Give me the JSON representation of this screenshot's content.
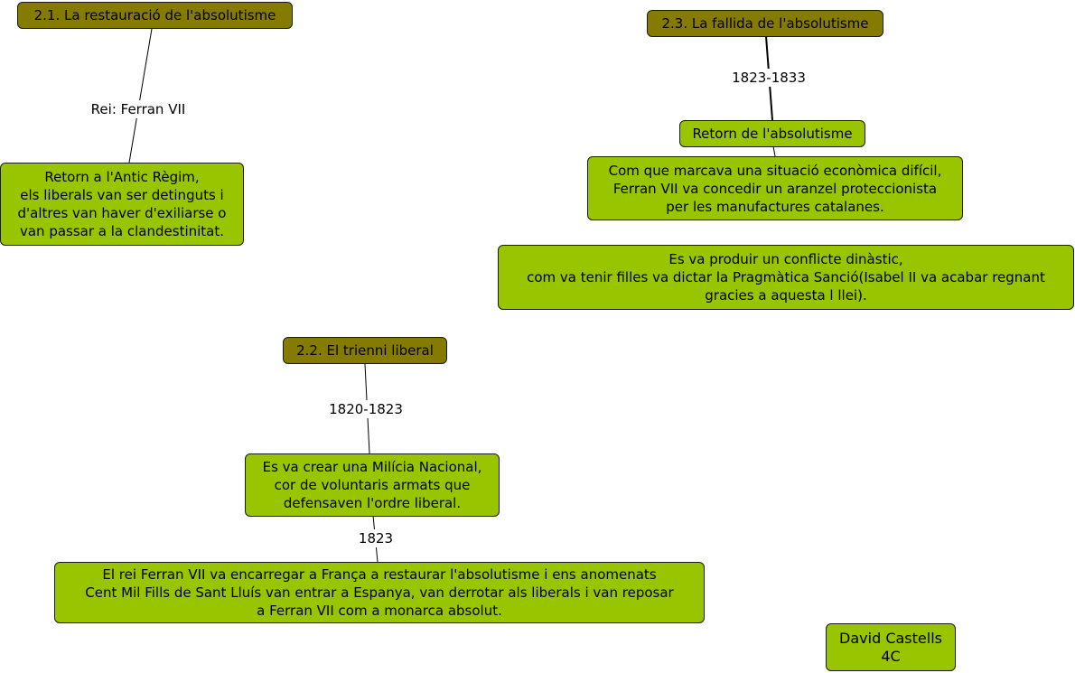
{
  "nodes": {
    "t21": "2.1. La restauració de l'absolutisme",
    "c21a": "Retorn a l'Antic Règim,\nels liberals van ser detinguts i\nd'altres van haver d'exiliarse o\nvan passar a la clandestinitat.",
    "t23": "2.3. La fallida de l'absolutisme",
    "c23a": "Retorn de l'absolutisme",
    "c23b": "Com que marcava una situació econòmica difícil,\nFerran VII va concedir un aranzel proteccionista\nper les manufactures catalanes.",
    "c23c": "Es va produir un conflicte dinàstic,\ncom va tenir filles va dictar la Pragmàtica Sanció(Isabel II va acabar regnant\ngracies a aquesta l llei).",
    "t22": "2.2. El trienni liberal",
    "c22a": "Es va crear una Milícia Nacional,\ncor de voluntaris armats que\ndefensaven l'ordre liberal.",
    "c22b": "El rei Ferran VII va encarregar a França a restaurar l'absolutisme i ens anomenats\nCent Mil Fills de Sant Lluís van entrar a Espanya, van derrotar als liberals i van reposar\na Ferran VII com a monarca absolut.",
    "author": "David Castells\n4C"
  },
  "links": {
    "l21": "Rei: Ferran VII",
    "l23": "1823-1833",
    "l22": "1820-1823",
    "l22b": "1823"
  },
  "colors": {
    "title_node": "#857b00",
    "concept_node": "#99c400"
  }
}
